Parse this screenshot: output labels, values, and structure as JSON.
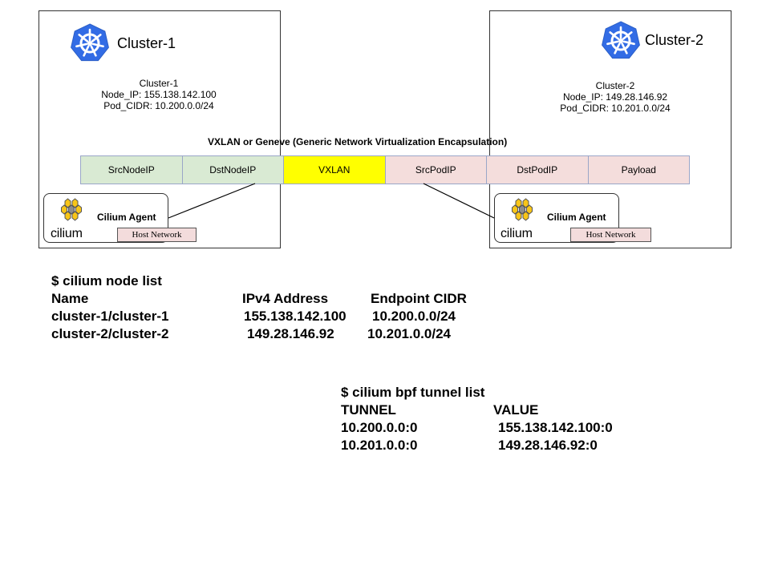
{
  "clusters": [
    {
      "heading": "Cluster-1",
      "info_name": "Cluster-1",
      "node_ip": "Node_IP: 155.138.142.100",
      "pod_cidr": "Pod_CIDR: 10.200.0.0/24",
      "cilium_word": "cilium",
      "agent_label": "Cilium Agent",
      "host_network": "Host Network"
    },
    {
      "heading": "Cluster-2",
      "info_name": "Cluster-2",
      "node_ip": "Node_IP: 149.28.146.92",
      "pod_cidr": "Pod_CIDR: 10.201.0.0/24",
      "cilium_word": "cilium",
      "agent_label": "Cilium Agent",
      "host_network": "Host Network"
    }
  ],
  "encapsulation": {
    "title": "VXLAN or Geneve (Generic Network Virtualization Encapsulation)",
    "fields": [
      "SrcNodeIP",
      "DstNodeIP",
      "VXLAN",
      "SrcPodIP",
      "DstPodIP",
      "Payload"
    ]
  },
  "node_list": {
    "command": "$ cilium node list",
    "headers": [
      "Name",
      "IPv4 Address",
      "Endpoint CIDR"
    ],
    "rows": [
      [
        "cluster-1/cluster-1",
        "155.138.142.100",
        "10.200.0.0/24"
      ],
      [
        "cluster-2/cluster-2",
        "149.28.146.92",
        "10.201.0.0/24"
      ]
    ]
  },
  "tunnel_list": {
    "command": "$ cilium bpf tunnel list",
    "headers": [
      "TUNNEL",
      "VALUE"
    ],
    "rows": [
      [
        "10.200.0.0:0",
        "155.138.142.100:0"
      ],
      [
        "10.201.0.0:0",
        "149.28.146.92:0"
      ]
    ]
  },
  "colors": {
    "kubernetes_blue": "#326ce5",
    "cilium_yellow": "#f8c517",
    "cilium_gray": "#8c8c8c",
    "node_ip_green": "#d9ead3",
    "vxlan_yellow": "#ffff00",
    "pod_ip_pink": "#f4dddc"
  },
  "icons": [
    "kubernetes-helm-icon",
    "cilium-hexagon-icon"
  ]
}
